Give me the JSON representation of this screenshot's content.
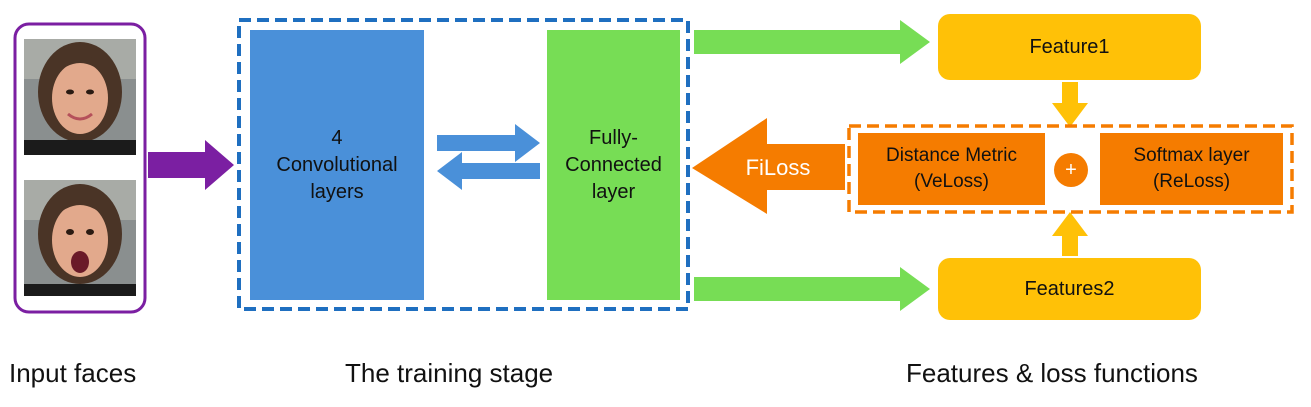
{
  "captions": {
    "input_faces": "Input faces",
    "training_stage": "The training stage",
    "features_loss": "Features & loss functions"
  },
  "training": {
    "conv_label": "4\nConvolutional\nlayers",
    "fc_label": "Fully-\nConnected\nlayer"
  },
  "features": {
    "feature1": "Feature1",
    "feature2": "Features2"
  },
  "loss": {
    "filoss": "FiLoss",
    "distance_metric": "Distance Metric\n(VeLoss)",
    "plus": "+",
    "softmax": "Softmax layer\n(ReLoss)"
  },
  "colors": {
    "purple": "#7b1fa2",
    "blue": "#4a90d9",
    "blue_dash": "#1f6fc0",
    "green": "#77dd55",
    "yellow": "#ffc107",
    "orange": "#f57c00"
  }
}
